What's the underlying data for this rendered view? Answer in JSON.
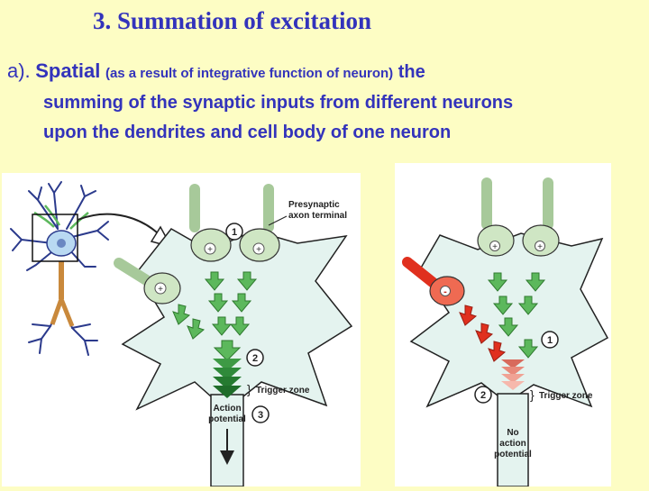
{
  "slide": {
    "title": "3.  Summation of excitation",
    "paragraph": {
      "marker": "a).",
      "keyword": "Spatial",
      "note": "(as a result of integrative function of neuron)",
      "lead": "the",
      "line2": "summing of the synaptic inputs from different neurons",
      "line3": "upon the dendrites and cell body of one neuron"
    }
  },
  "figure_left": {
    "presynaptic_label_1": "Presynaptic",
    "presynaptic_label_2": "axon terminal",
    "trigger_label": "Trigger zone",
    "action_label_1": "Action",
    "action_label_2": "potential",
    "plus_sign": "+",
    "num_1": "1",
    "num_2": "2",
    "num_3": "3"
  },
  "figure_right": {
    "trigger_label": "Trigger zone",
    "no_label_1": "No",
    "no_label_2": "action",
    "no_label_3": "potential",
    "plus_sign": "+",
    "minus_sign": "-",
    "num_1": "1",
    "num_2": "2"
  },
  "colors": {
    "text_blue": "#3333bb",
    "background": "#fdfdc4",
    "excitatory_green": "#5cb85c",
    "inhibitory_red": "#e0301e",
    "neuron_fill": "#e4f3ef"
  }
}
